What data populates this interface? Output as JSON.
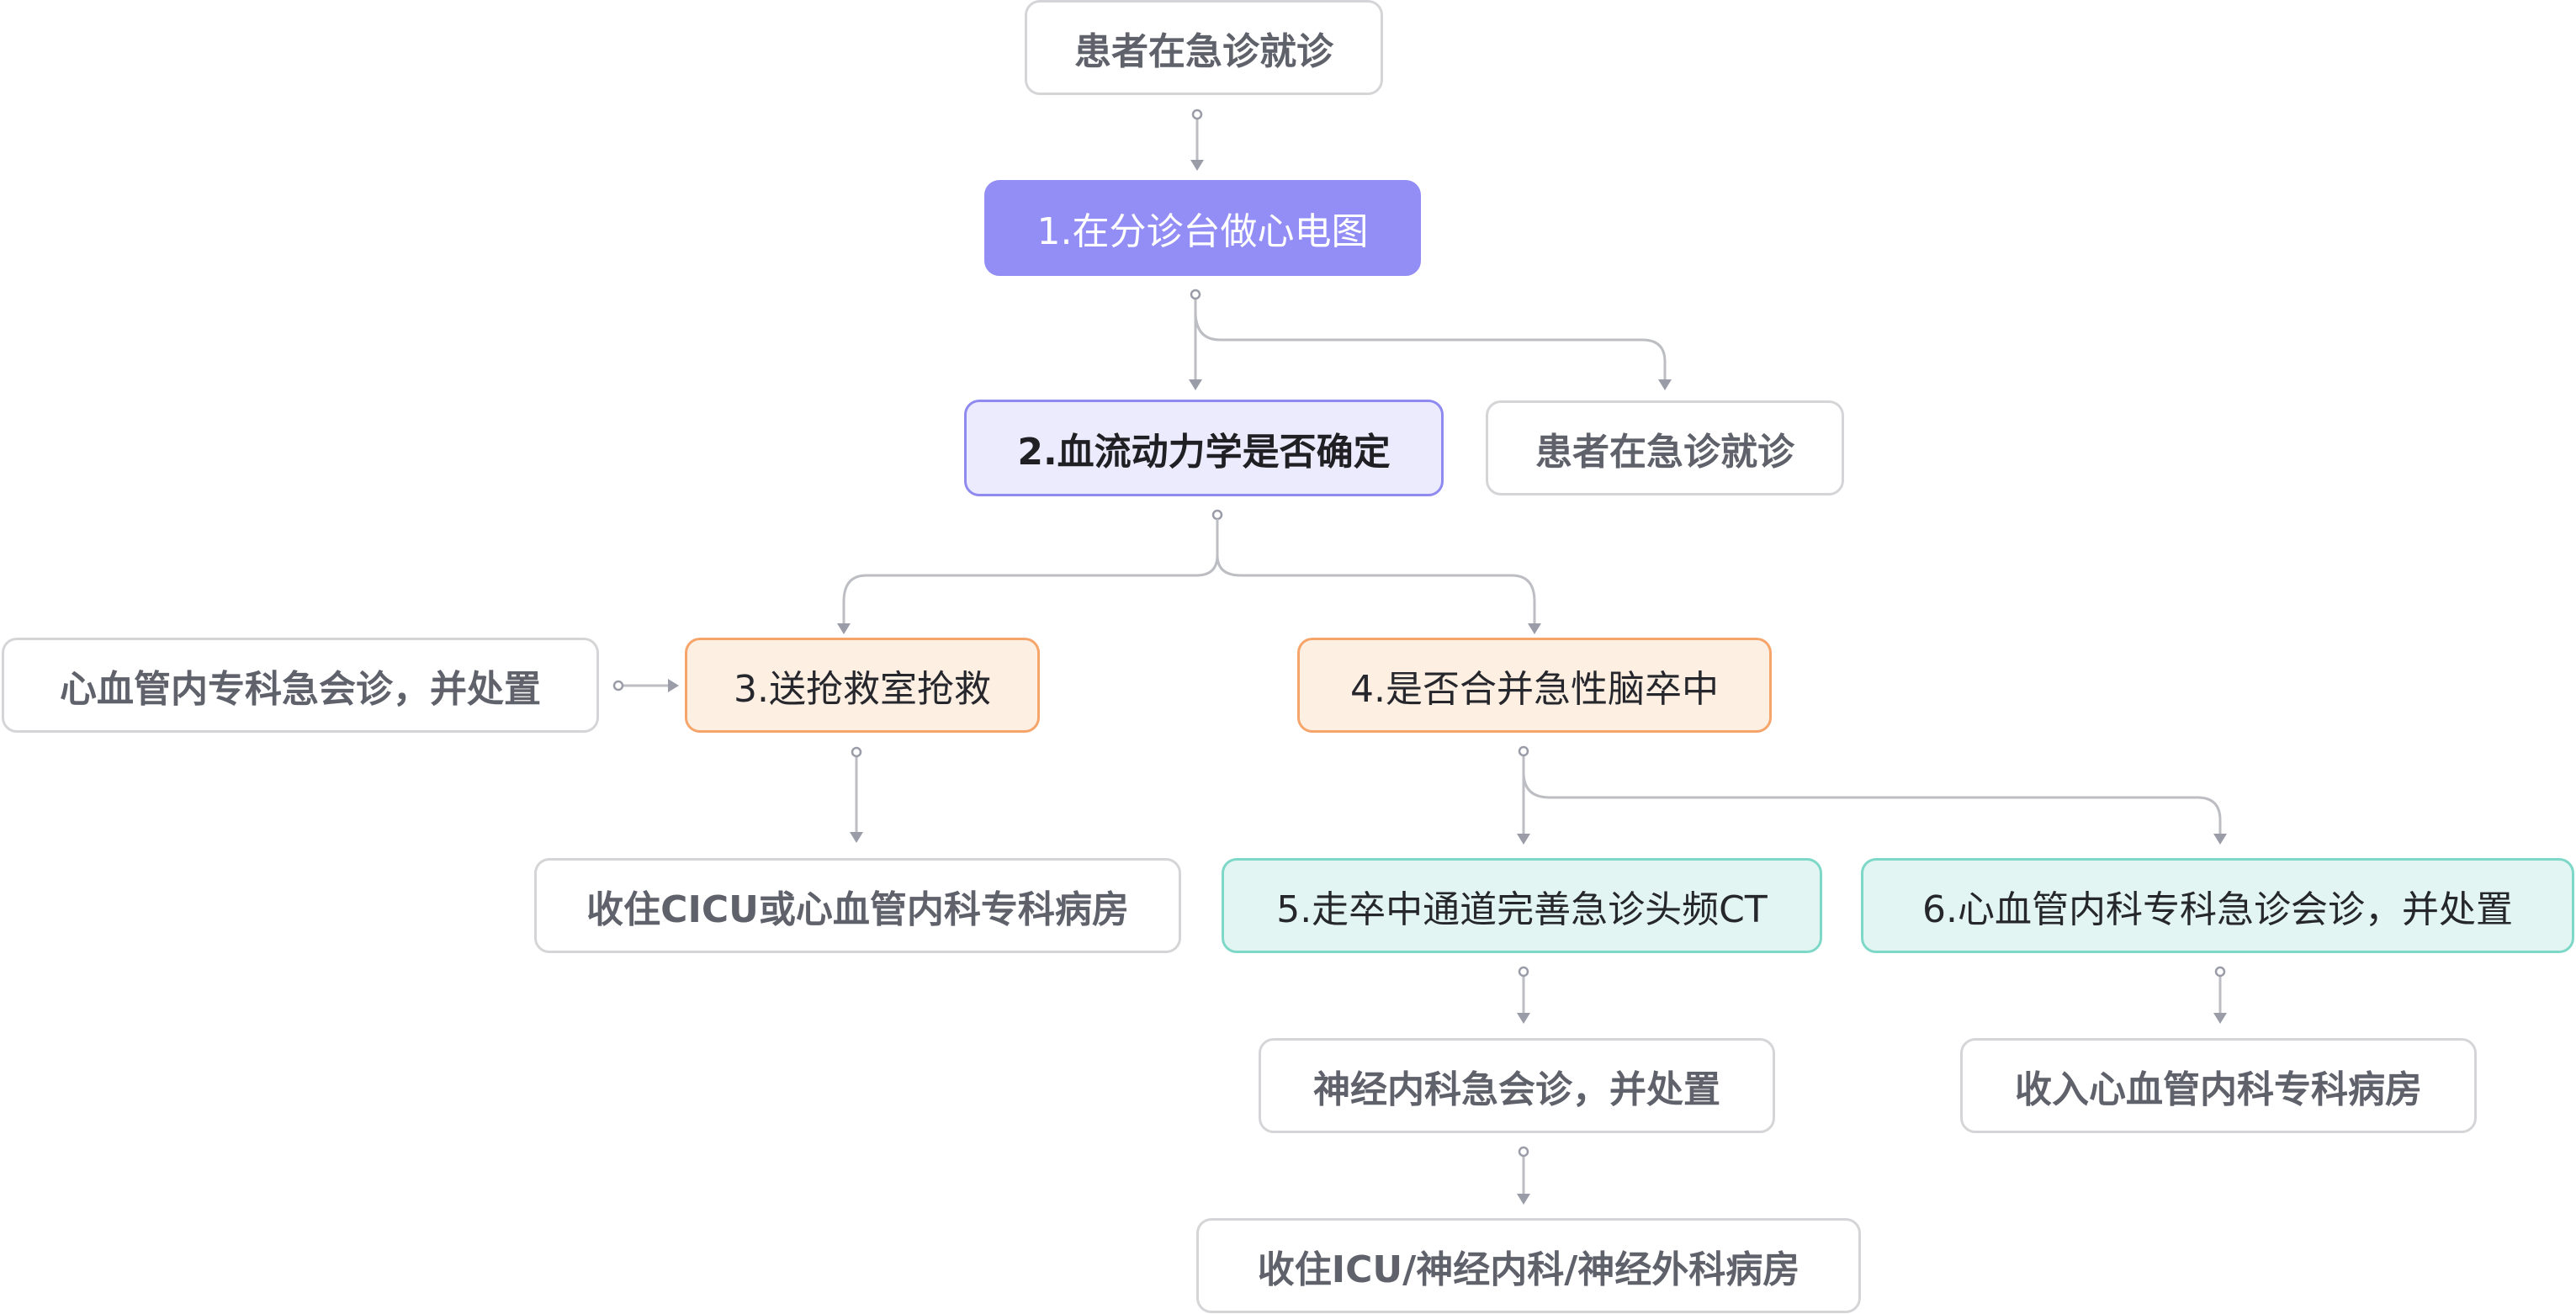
{
  "title": "急诊胸痛患者就诊流程",
  "nodes": {
    "start": "患者在急诊就诊",
    "step1": "1.在分诊台做心电图",
    "step2": "2.血流动力学是否确定",
    "side_start": "患者在急诊就诊",
    "cardio_consult": "心血管内专科急会诊，并处置",
    "step3": "3.送抢救室抢救",
    "step4": "4.是否合并急性脑卒中",
    "cicu": "收住CICU或心血管内科专科病房",
    "step5": "5.走卒中通道完善急诊头频CT",
    "step6": "6.心血管内科专科急诊会诊，并处置",
    "neuro_consult": "神经内科急会诊，并处置",
    "cardio_ward": "收入心血管内科专科病房",
    "icu_neuro": "收住ICU/神经内科/神经外科病房"
  },
  "colors": {
    "step1_fill": "#938ef5",
    "step2_fill": "#ecebfd",
    "step2_border": "#8f8aef",
    "orange_fill": "#feefe3",
    "orange_border": "#f6a56a",
    "teal_fill": "#e2f5f2",
    "teal_border": "#7dd8c8",
    "plain_border": "#d5d5d8",
    "connector": "#bdbec3"
  },
  "edges": [
    {
      "from": "start",
      "to": "step1"
    },
    {
      "from": "step1",
      "to": "step2"
    },
    {
      "from": "step1",
      "to": "side_start"
    },
    {
      "from": "step2",
      "to": "step3"
    },
    {
      "from": "step2",
      "to": "step4"
    },
    {
      "from": "cardio_consult",
      "to": "step3"
    },
    {
      "from": "step3",
      "to": "cicu"
    },
    {
      "from": "step4",
      "to": "step5"
    },
    {
      "from": "step4",
      "to": "step6"
    },
    {
      "from": "step5",
      "to": "neuro_consult"
    },
    {
      "from": "step6",
      "to": "cardio_ward"
    },
    {
      "from": "neuro_consult",
      "to": "icu_neuro"
    }
  ]
}
